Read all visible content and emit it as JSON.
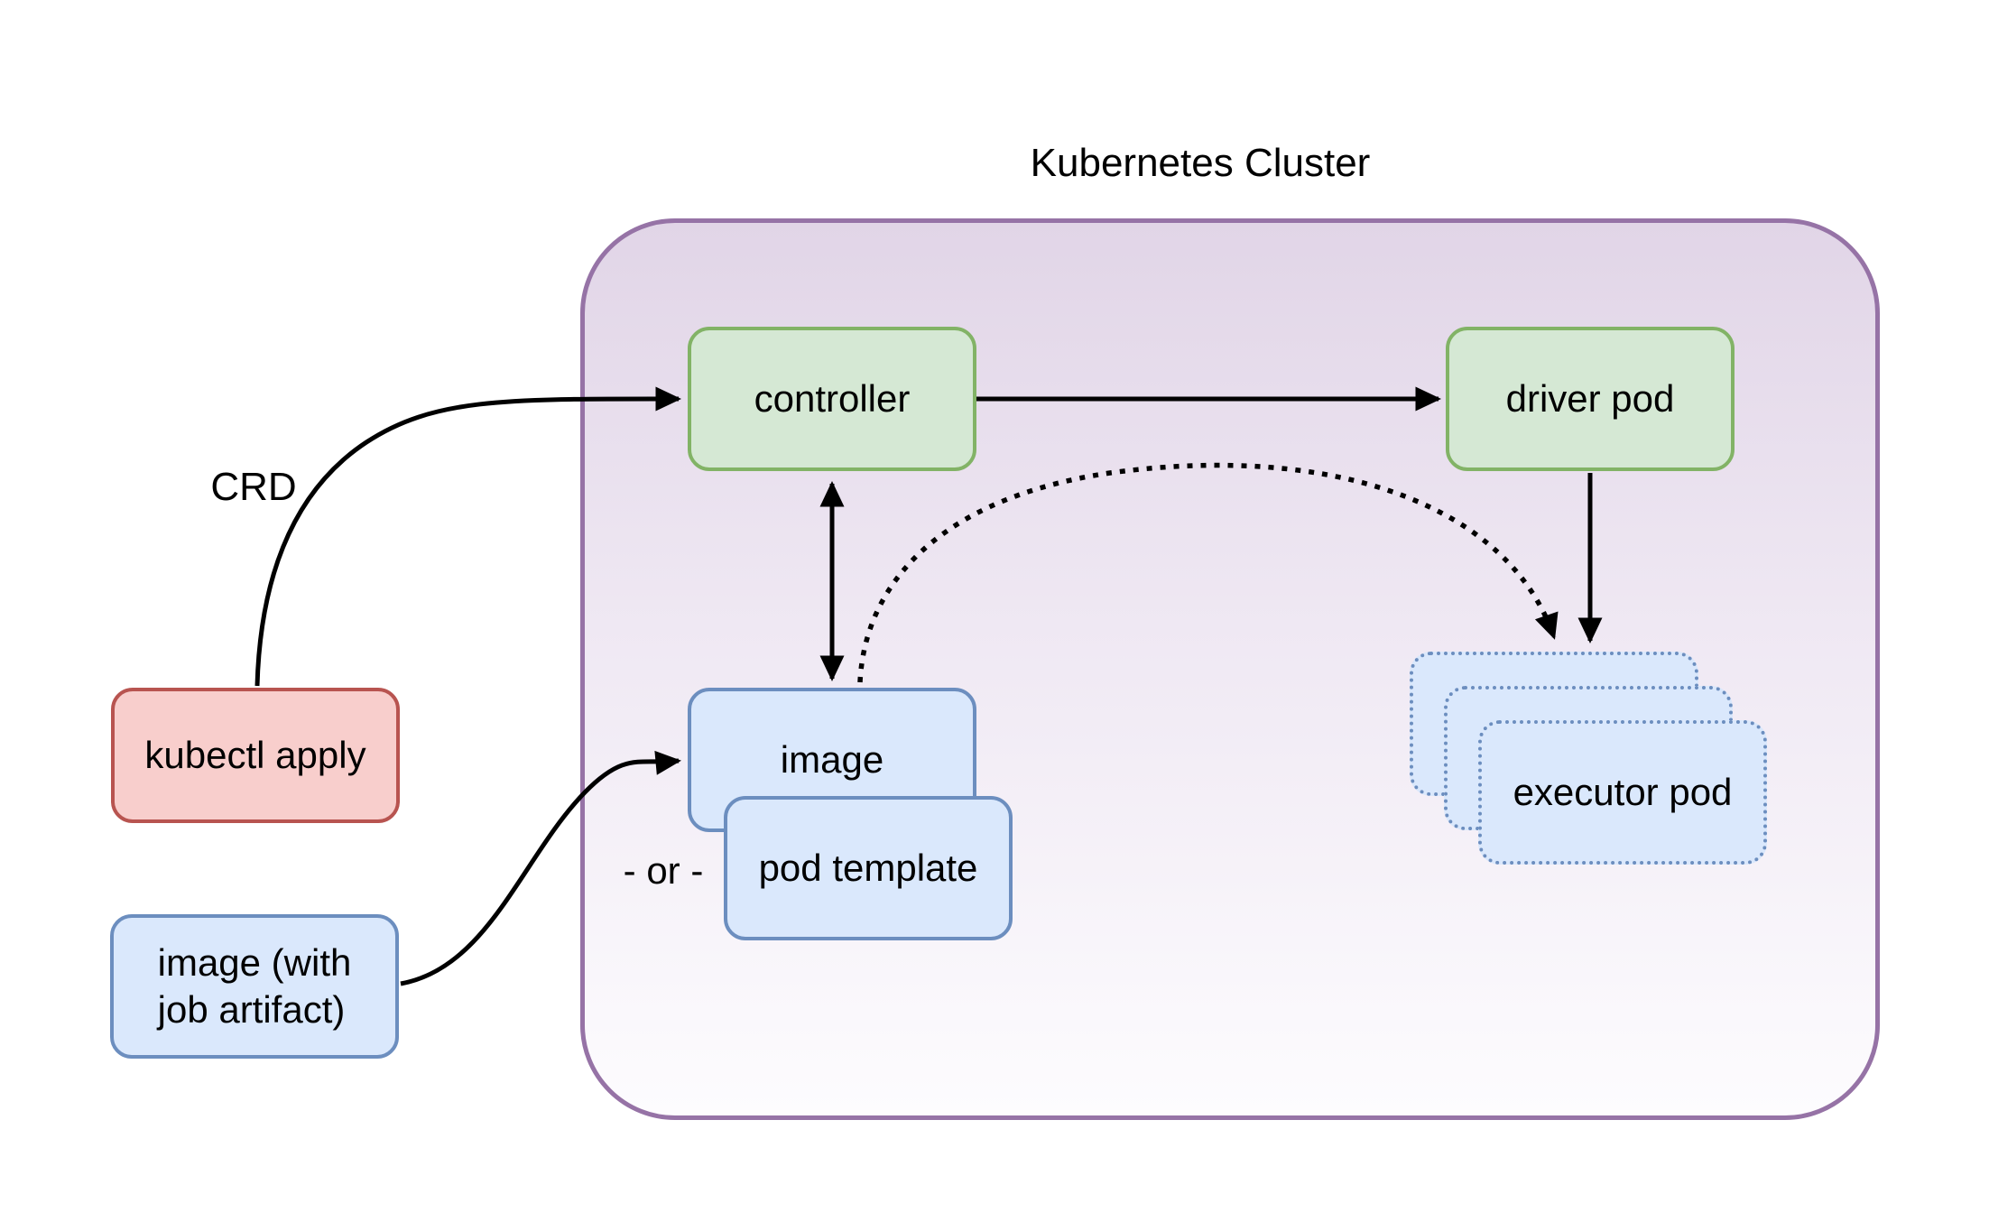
{
  "title": "Kubernetes Cluster",
  "nodes": {
    "kubectl_apply": {
      "label": "kubectl apply"
    },
    "image_with_artifact": {
      "label": "image (with\njob artifact)"
    },
    "controller": {
      "label": "controller"
    },
    "driver_pod": {
      "label": "driver pod"
    },
    "image": {
      "label": "image"
    },
    "pod_template": {
      "label": "pod template"
    },
    "executor_pods": [
      "executor pod",
      "executor pod",
      "executor pod"
    ]
  },
  "edge_labels": {
    "crd": "CRD",
    "or": "- or -"
  },
  "colors": {
    "cluster_border": "#9673a6",
    "cluster_fill_top": "#e1d5e7",
    "cluster_fill_bottom": "#fdfcfe",
    "green_fill": "#d5e8d4",
    "green_border": "#82b366",
    "blue_fill": "#dae8fc",
    "blue_border": "#6c8ebf",
    "red_fill": "#f8cecc",
    "red_border": "#b85450",
    "arrow": "#000000",
    "text": "#000000"
  }
}
